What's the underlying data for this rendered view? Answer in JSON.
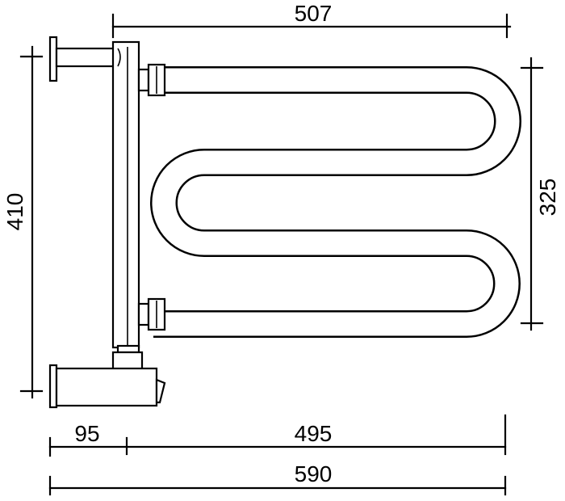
{
  "drawing": {
    "type": "towel-rail-dimension-drawing",
    "line_color": "#000000",
    "background": "#ffffff"
  },
  "dimensions": {
    "top_width": "507",
    "left_height": "410",
    "right_height": "325",
    "bottom_offset": "95",
    "bottom_span": "495",
    "bottom_total": "590"
  }
}
